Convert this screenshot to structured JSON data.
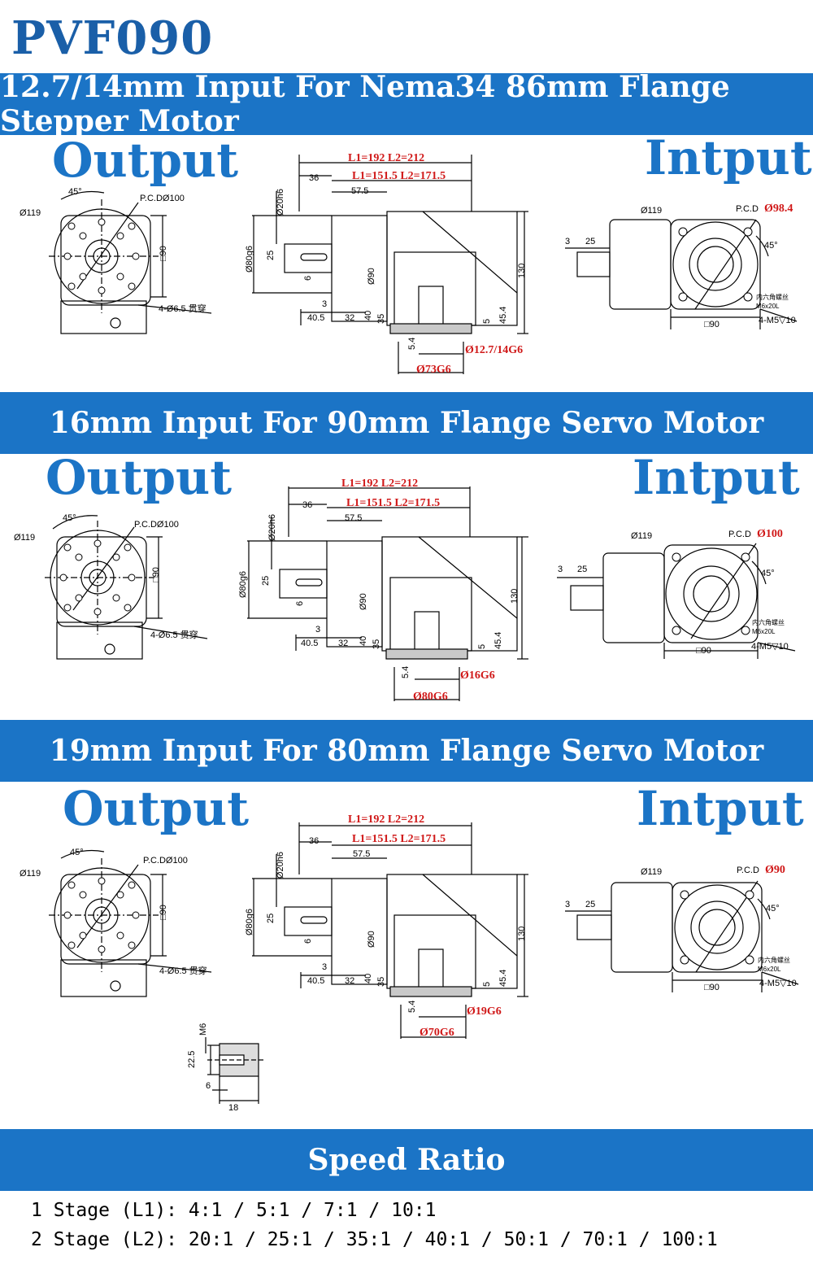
{
  "header": {
    "title": "PVF090"
  },
  "sections": [
    {
      "banner": "12.7/14mm Input For Nema34 86mm Flange Stepper Motor",
      "output_label": "Output",
      "input_label": "Intput",
      "output_view": {
        "dia": "Ø119",
        "angle": "45°",
        "pcd": "P.C.DØ100",
        "square": "□90",
        "holes": "4-Ø6.5 贯穿"
      },
      "side_view": {
        "l_total": "L1=192 L2=212",
        "l_body": "L1=151.5 L2=171.5",
        "d36": "36",
        "d57": "57.5",
        "shaft_h6": "Ø20h6",
        "shaft_g6": "Ø80g6",
        "d25": "25",
        "d6": "6",
        "d90": "Ø90",
        "d130": "130",
        "d3": "3",
        "d40_5": "40.5",
        "d32": "32",
        "d40": "40",
        "d35": "35",
        "d5": "5",
        "d45_4": "45.4",
        "d5_4": "5.4",
        "bore": "Ø12.7/14G6",
        "pilot": "Ø73G6"
      },
      "input_view": {
        "dia": "Ø119",
        "pcd_prefix": "P.C.D",
        "pcd_value": "Ø98.4",
        "angle": "45°",
        "d3": "3",
        "d25": "25",
        "screw": "内六角螺丝",
        "screw_spec": "M6x20L",
        "square": "□90",
        "thread": "4-M5▽10"
      }
    },
    {
      "banner": "16mm Input For 90mm Flange Servo Motor",
      "output_label": "Output",
      "input_label": "Intput",
      "output_view": {
        "dia": "Ø119",
        "angle": "45°",
        "pcd": "P.C.DØ100",
        "square": "□90",
        "holes": "4-Ø6.5 贯穿"
      },
      "side_view": {
        "l_total": "L1=192 L2=212",
        "l_body": "L1=151.5 L2=171.5",
        "d36": "36",
        "d57": "57.5",
        "shaft_h6": "Ø20h6",
        "shaft_g6": "Ø80g6",
        "d25": "25",
        "d6": "6",
        "d90": "Ø90",
        "d130": "130",
        "d3": "3",
        "d40_5": "40.5",
        "d32": "32",
        "d40": "40",
        "d35": "35",
        "d5": "5",
        "d45_4": "45.4",
        "d5_4": "5.4",
        "bore": "Ø16G6",
        "pilot": "Ø80G6"
      },
      "input_view": {
        "dia": "Ø119",
        "pcd_prefix": "P.C.D",
        "pcd_value": "Ø100",
        "angle": "45°",
        "d3": "3",
        "d25": "25",
        "screw": "内六角螺丝",
        "screw_spec": "M6x20L",
        "square": "□90",
        "thread": "4-M5▽10"
      }
    },
    {
      "banner": "19mm Input For 80mm Flange Servo Motor",
      "output_label": "Output",
      "input_label": "Intput",
      "output_view": {
        "dia": "Ø119",
        "angle": "45°",
        "pcd": "P.C.DØ100",
        "square": "□90",
        "holes": "4-Ø6.5 贯穿"
      },
      "side_view": {
        "l_total": "L1=192 L2=212",
        "l_body": "L1=151.5 L2=171.5",
        "d36": "36",
        "d57": "57.5",
        "shaft_h6": "Ø20h6",
        "shaft_g6": "Ø80g6",
        "d25": "25",
        "d6": "6",
        "d90": "Ø90",
        "d130": "130",
        "d3": "3",
        "d40_5": "40.5",
        "d32": "32",
        "d40": "40",
        "d35": "35",
        "d5": "5",
        "d45_4": "45.4",
        "d5_4": "5.4",
        "bore": "Ø19G6",
        "pilot": "Ø70G6"
      },
      "input_view": {
        "dia": "Ø119",
        "pcd_prefix": "P.C.D",
        "pcd_value": "Ø90",
        "angle": "45°",
        "d3": "3",
        "d25": "25",
        "screw": "内六角螺丝",
        "screw_spec": "M6x20L",
        "square": "□90",
        "thread": "4-M5▽10"
      }
    }
  ],
  "shaft_detail": {
    "m6": "M6",
    "d22_5": "22.5",
    "d6": "6",
    "d18": "18"
  },
  "speed_ratio": {
    "banner": "Speed Ratio",
    "stage1": "1 Stage (L1): 4:1 / 5:1 / 7:1 / 10:1",
    "stage2": "2 Stage (L2): 20:1 / 25:1 / 35:1 / 40:1 / 50:1 / 70:1 / 100:1"
  }
}
